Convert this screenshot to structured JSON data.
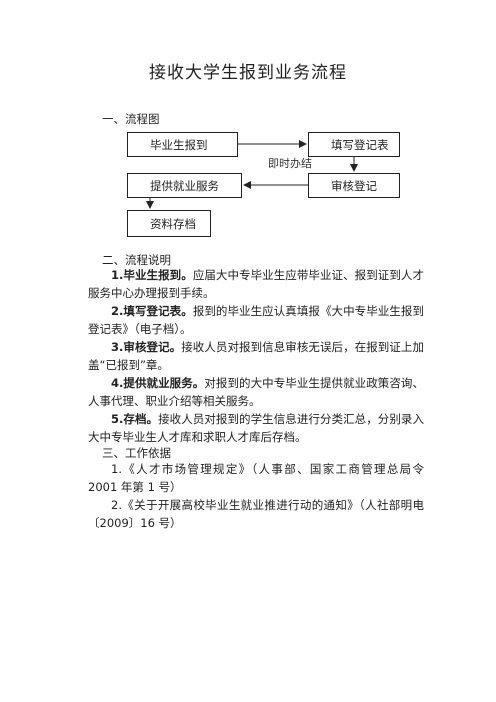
{
  "title": "接收大学生报到业务流程",
  "section1": {
    "heading": "一、流程图"
  },
  "flowchart": {
    "box_graduate_report": "毕业生报到",
    "box_fill_form": "填写登记表",
    "box_review_register": "审核登记",
    "box_employment_service": "提供就业服务",
    "box_archive": "资料存档",
    "overlap_text": "即时办结"
  },
  "section2": {
    "heading": "二、流程说明",
    "items": [
      {
        "lead": "1.毕业生报到。",
        "text": "应届大中专毕业生应带毕业证、报到证到人才服务中心办理报到手续。"
      },
      {
        "lead": "2.填写登记表。",
        "text": "报到的毕业生应认真填报《大中专毕业生报到登记表》（电子档）。"
      },
      {
        "lead": "3.审核登记。",
        "text": "接收人员对报到信息审核无误后，在报到证上加盖“已报到”章。"
      },
      {
        "lead": "4.提供就业服务。",
        "text": "对报到的大中专毕业生提供就业政策咨询、人事代理、职业介绍等相关服务。"
      },
      {
        "lead": "5.存档。",
        "text": "接收人员对报到的学生信息进行分类汇总，分别录入大中专毕业生人才库和求职人才库后存档。"
      }
    ]
  },
  "section3": {
    "heading": "三、工作依据",
    "items": [
      "1.《人才市场管理规定》（人事部、国家工商管理总局令 2001 年第 1 号）",
      "2.《关于开展高校毕业生就业推进行动的通知》（人社部明电〔2009〕16 号）"
    ]
  }
}
